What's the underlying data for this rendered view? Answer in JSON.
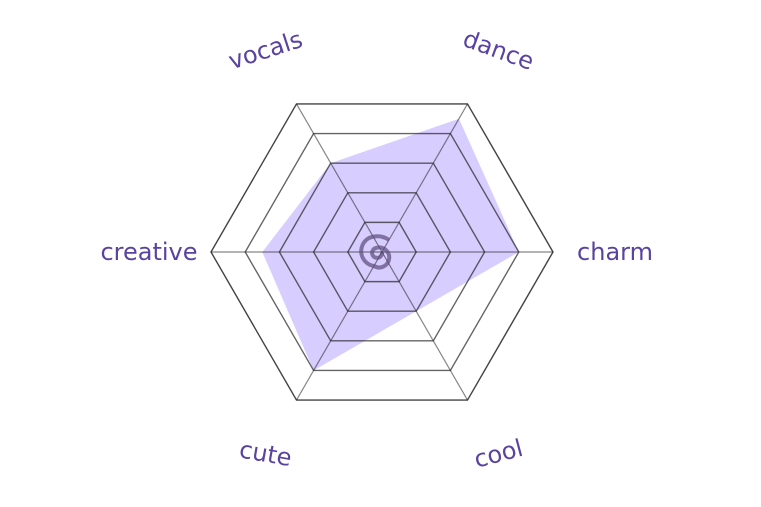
{
  "chart_data": {
    "type": "radar",
    "title": "",
    "axes": [
      "charm",
      "dance",
      "vocals",
      "creative",
      "cute",
      "cool"
    ],
    "series": [
      {
        "name": "",
        "values": [
          8,
          9,
          6,
          7,
          8,
          4
        ]
      }
    ],
    "range": [
      0,
      10
    ],
    "rings": 5,
    "colors": {
      "fill": "#cbbcff",
      "label": "#5a43a0",
      "grid": "#222222"
    }
  }
}
